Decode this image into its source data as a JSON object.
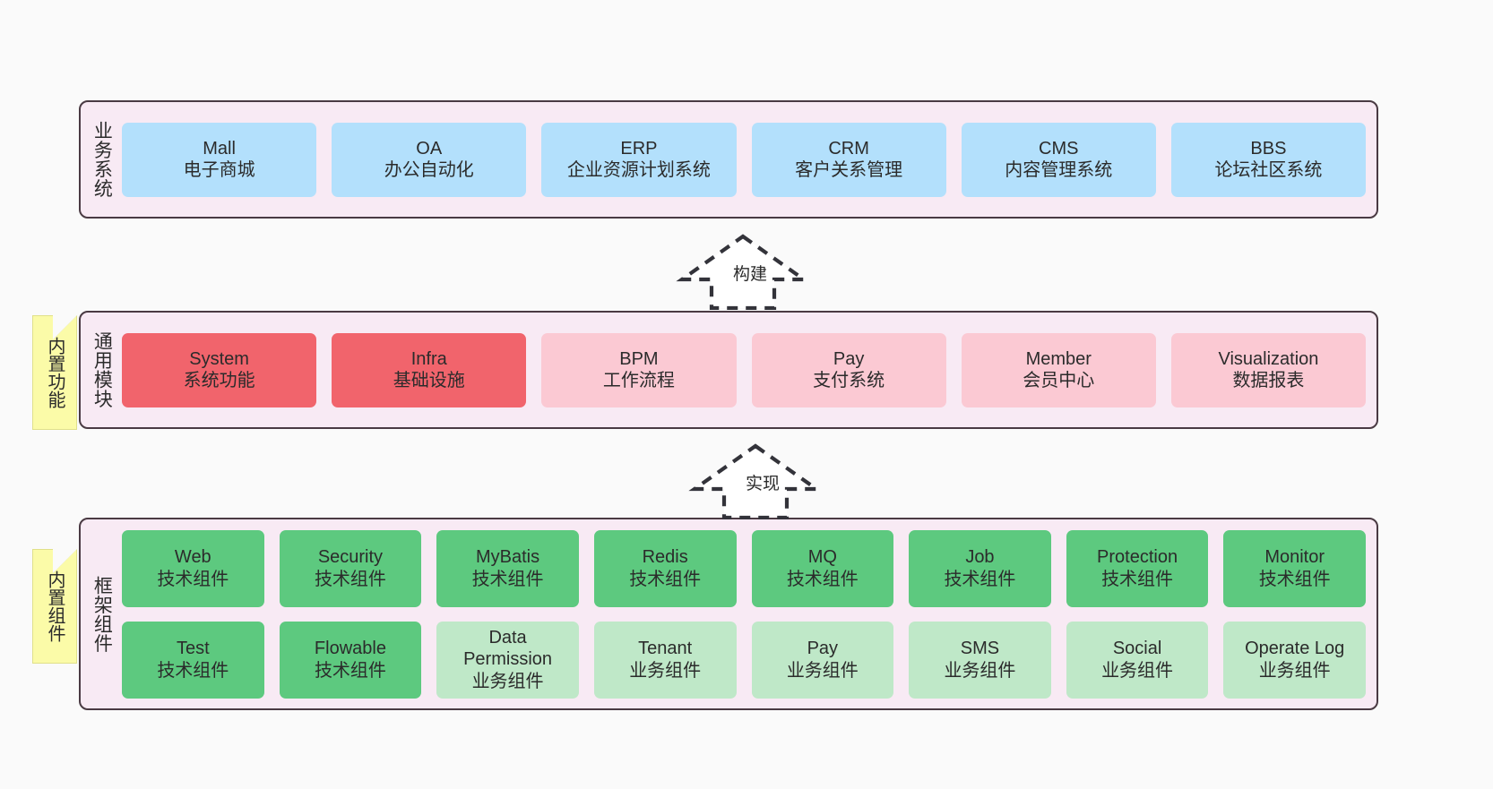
{
  "diagram": {
    "background": "#fafafa",
    "layer_fill": "#f8eaf4",
    "layer_border": "#4a3a43",
    "note_fill": "#fbfba8",
    "colors": {
      "business": "#b3e0fc",
      "core_module": "#f1646c",
      "module": "#fbc9d3",
      "tech_component": "#5dc97f",
      "biz_component": "#bfe8c8"
    }
  },
  "layers": [
    {
      "id": "business-system",
      "title": "业务系统",
      "rows": [
        [
          {
            "en": "Mall",
            "cn": "电子商城"
          },
          {
            "en": "OA",
            "cn": "办公自动化"
          },
          {
            "en": "ERP",
            "cn": "企业资源计划系统"
          },
          {
            "en": "CRM",
            "cn": "客户关系管理"
          },
          {
            "en": "CMS",
            "cn": "内容管理系统"
          },
          {
            "en": "BBS",
            "cn": "论坛社区系统"
          }
        ]
      ]
    },
    {
      "id": "common-module",
      "title": "通用模块",
      "rows": [
        [
          {
            "en": "System",
            "cn": "系统功能"
          },
          {
            "en": "Infra",
            "cn": "基础设施"
          },
          {
            "en": "BPM",
            "cn": "工作流程"
          },
          {
            "en": "Pay",
            "cn": "支付系统"
          },
          {
            "en": "Member",
            "cn": "会员中心"
          },
          {
            "en": "Visualization",
            "cn": "数据报表"
          }
        ]
      ]
    },
    {
      "id": "framework-component",
      "title": "框架组件",
      "rows": [
        [
          {
            "en": "Web",
            "cn": "技术组件"
          },
          {
            "en": "Security",
            "cn": "技术组件"
          },
          {
            "en": "MyBatis",
            "cn": "技术组件"
          },
          {
            "en": "Redis",
            "cn": "技术组件"
          },
          {
            "en": "MQ",
            "cn": "技术组件"
          },
          {
            "en": "Job",
            "cn": "技术组件"
          },
          {
            "en": "Protection",
            "cn": "技术组件"
          },
          {
            "en": "Monitor",
            "cn": "技术组件"
          }
        ],
        [
          {
            "en": "Test",
            "cn": "技术组件"
          },
          {
            "en": "Flowable",
            "cn": "技术组件"
          },
          {
            "en": "Data Permission",
            "cn": "业务组件"
          },
          {
            "en": "Tenant",
            "cn": "业务组件"
          },
          {
            "en": "Pay",
            "cn": "业务组件"
          },
          {
            "en": "SMS",
            "cn": "业务组件"
          },
          {
            "en": "Social",
            "cn": "业务组件"
          },
          {
            "en": "Operate Log",
            "cn": "业务组件"
          }
        ]
      ]
    }
  ],
  "notes": [
    {
      "id": "note-builtin-function",
      "text": "内置功能"
    },
    {
      "id": "note-builtin-component",
      "text": "内置组件"
    }
  ],
  "arrows": [
    {
      "id": "arrow-build",
      "label": "构建"
    },
    {
      "id": "arrow-implement",
      "label": "实现"
    }
  ]
}
